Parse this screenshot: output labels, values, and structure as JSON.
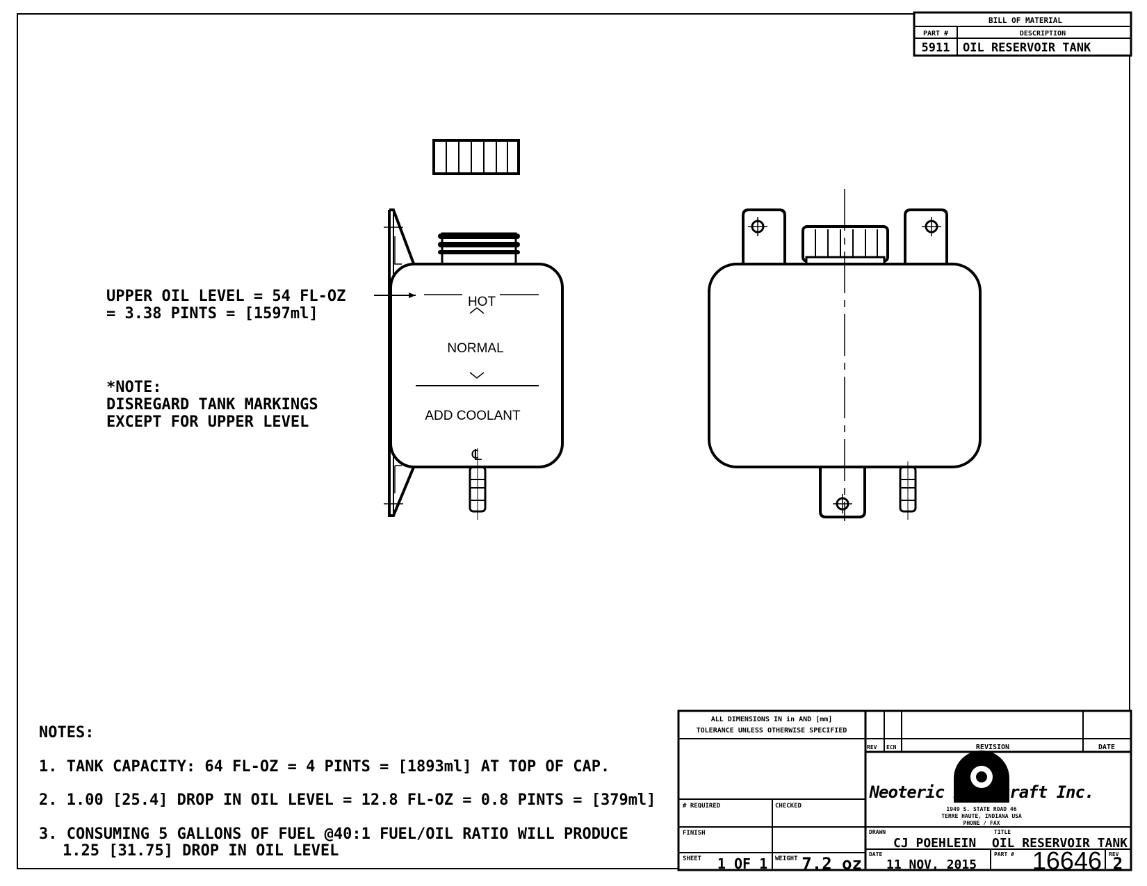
{
  "bom": {
    "title": "BILL OF MATERIAL",
    "col_part": "PART #",
    "col_desc": "DESCRIPTION",
    "rows": [
      {
        "part": "5911",
        "desc": "OIL RESERVOIR TANK"
      }
    ]
  },
  "callouts": {
    "upper_level_1": "UPPER OIL LEVEL = 54 FL-OZ",
    "upper_level_2": "= 3.38 PINTS = [1597ml]",
    "note_title": "*NOTE:",
    "note_1": "DISREGARD TANK MARKINGS",
    "note_2": "EXCEPT FOR UPPER LEVEL"
  },
  "tank_markings": {
    "hot": "HOT",
    "normal": "NORMAL",
    "add_coolant": "ADD COOLANT",
    "centerline": "℄"
  },
  "notes": {
    "title": "NOTES:",
    "items": [
      "1. TANK CAPACITY: 64 FL-OZ = 4 PINTS = [1893ml] AT TOP OF CAP.",
      "2. 1.00 [25.4] DROP IN OIL LEVEL = 12.8 FL-OZ = 0.8 PINTS = [379ml]",
      "3. CONSUMING 5 GALLONS OF FUEL @40:1 FUEL/OIL RATIO WILL PRODUCE"
    ],
    "item_3_cont": "1.25 [31.75] DROP IN OIL LEVEL"
  },
  "title_block": {
    "dims_1": "ALL DIMENSIONS IN in AND [mm]",
    "dims_2": "TOLERANCE UNLESS OTHERWISE SPECIFIED",
    "rev_header": "REVISION",
    "date_header": "DATE",
    "rev_col": "REV",
    "ecn_col": "ECN",
    "company": "Neoteric Hovercraft Inc.",
    "address_1": "1949 S. STATE ROAD 46",
    "address_2": "TERRE HAUTE, INDIANA USA",
    "address_3": "PHONE / FAX",
    "material": "# REQUIRED",
    "finish": "FINISH",
    "sheet_label": "SHEET",
    "sheet": "1 OF 1",
    "weight_label": "WEIGHT",
    "weight": "7.2 oz",
    "drawn_label": "DRAWN",
    "drawn_by": "CJ POEHLEIN",
    "date_label": "DATE",
    "date": "11 NOV, 2015",
    "title_label": "TITLE",
    "title": "OIL RESERVOIR TANK",
    "part_label": "PART #",
    "part_no": "16646",
    "rev_label": "REV",
    "rev": "2",
    "checked_label": "CHECKED"
  }
}
